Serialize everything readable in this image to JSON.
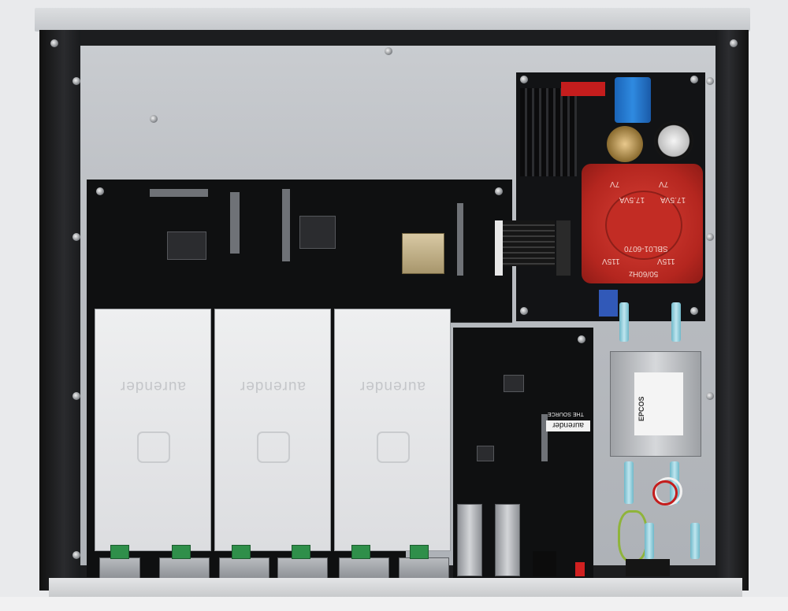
{
  "photo": {
    "module_brand_text": "aurender",
    "board_brand_text": "aurender",
    "board_series_text": "THE SOURCE",
    "filter_brand_text": "EPCOS",
    "transformer_ratings": [
      "17.5VA",
      "17.5VA",
      "7V",
      "7V",
      "115V",
      "115V",
      "50/60Hz"
    ],
    "transformer_model": "SBL01-6070",
    "colors": {
      "chassis": "#1c1d1f",
      "pcb": "#0f1011",
      "transformer": "#c22c24",
      "module_cover": "#e6e7e9",
      "capacitor": "#2f8ae0"
    }
  }
}
